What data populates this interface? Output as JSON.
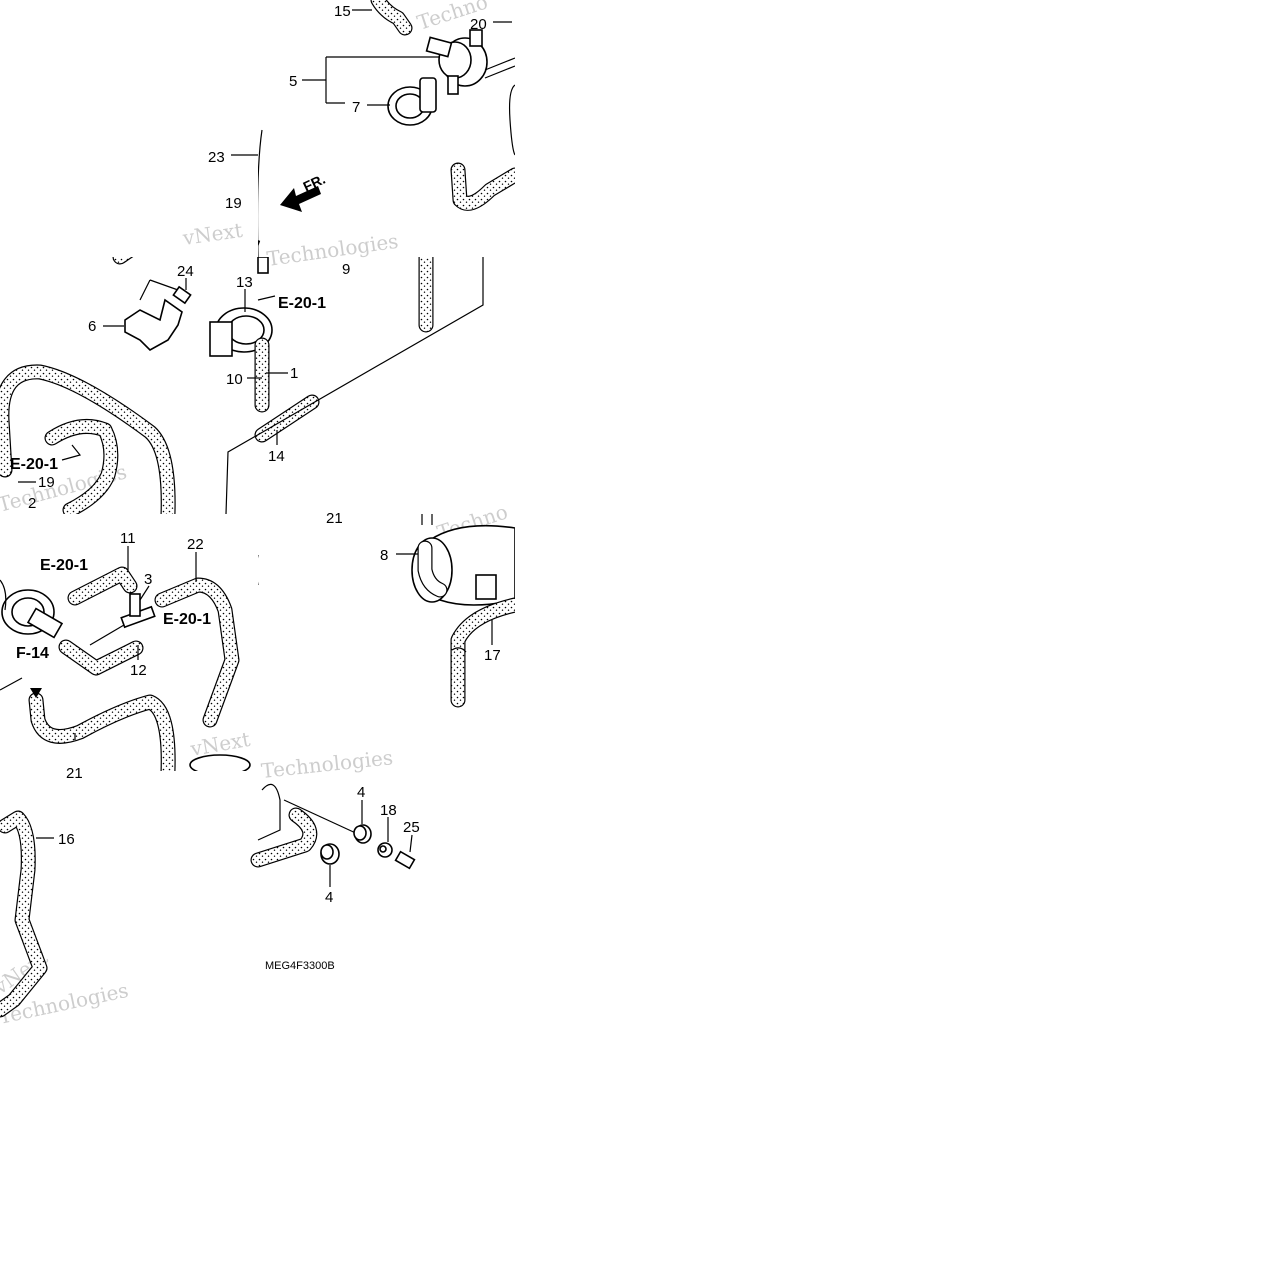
{
  "diagram": {
    "code": "MEG4F3300B",
    "direction_label": "FR.",
    "part_numbers": {
      "p1": "1",
      "p2": "2",
      "p3": "3",
      "p4a": "4",
      "p4b": "4",
      "p5": "5",
      "p6": "6",
      "p7": "7",
      "p8": "8",
      "p9": "9",
      "p10": "10",
      "p11": "11",
      "p12": "12",
      "p13": "13",
      "p14": "14",
      "p15": "15",
      "p16": "16",
      "p17": "17",
      "p18": "18",
      "p19a": "19",
      "p19b": "19",
      "p20": "20",
      "p21a": "21",
      "p21b": "21",
      "p22": "22",
      "p23": "23",
      "p24": "24",
      "p25": "25"
    },
    "references": {
      "r1": "E-20-1",
      "r2": "E-20-1",
      "r3": "E-20-1",
      "r4": "E-20-1",
      "r5": "F-14"
    },
    "watermark": {
      "w1": "Techno",
      "w2": "vNext",
      "w3": "Technologies",
      "w4": "Technologies",
      "w5": "Techno",
      "w6": "vNext",
      "w7": "Technologies",
      "w8": "vNext",
      "w9": "Technologies"
    },
    "colors": {
      "line": "#000000",
      "background": "#ffffff",
      "watermark": "#bdbdbd"
    }
  }
}
